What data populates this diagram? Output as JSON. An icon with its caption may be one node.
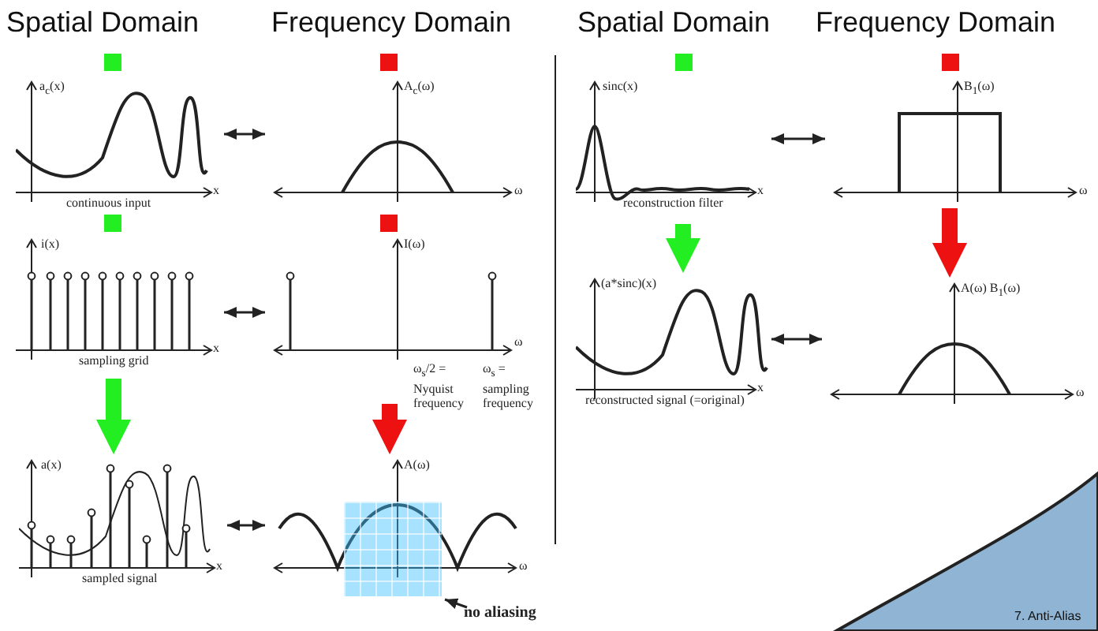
{
  "diagram": {
    "nodes": [
      {
        "text": [
          "a$_{c}$(x)",
          "x",
          "continuous input"
        ]
      },
      {
        "text": [
          "A$_{c}$(ω)",
          "ω"
        ]
      },
      {
        "text": [
          "i(x)",
          "x",
          "sampling grid"
        ]
      },
      {
        "text": [
          "I(ω)",
          "ω",
          "ω$_{s}$/2 = Nyquist frequency",
          "ω$_{s}$ = sampling frequency"
        ]
      },
      {
        "text": [
          "a(x)",
          "x",
          "sampled signal"
        ]
      },
      {
        "text": [
          "A(ω)",
          "ω"
        ]
      },
      {
        "text": [
          "no aliasing"
        ]
      },
      {
        "text": [
          "sinc(x)",
          "x",
          "reconstruction filter"
        ]
      },
      {
        "text": [
          "B$_{1}$(ω)",
          "ω"
        ]
      },
      {
        "text": [
          "(a*sinc)(x)",
          "x",
          "reconstructed signal (=original)"
        ]
      },
      {
        "text": [
          "A(ω) B$_{1}$(ω)",
          "ω"
        ]
      }
    ],
    "edges": [
      {
        "from": 0,
        "to": 1,
        "arrow": "both"
      },
      {
        "from": 2,
        "to": 3,
        "arrow": "both"
      },
      {
        "from": 4,
        "to": 5,
        "arrow": "both"
      },
      {
        "from": 2,
        "to": 4,
        "arrow": "to",
        "style": "thick",
        "color": "#22ee22"
      },
      {
        "from": 3,
        "to": 5,
        "arrow": "to",
        "style": "thick",
        "color": "#ee1111"
      },
      {
        "from": 6,
        "to": 5,
        "arrow": "to"
      },
      {
        "from": 7,
        "to": 8,
        "arrow": "both"
      },
      {
        "from": 7,
        "to": 9,
        "arrow": "to",
        "style": "thick",
        "color": "#22ee22"
      },
      {
        "from": 8,
        "to": 10,
        "arrow": "to",
        "style": "thick",
        "color": "#ee1111"
      },
      {
        "from": 9,
        "to": 10,
        "arrow": "both"
      }
    ],
    "labels": [
      "Spatial Domain",
      "Frequency Domain",
      "Spatial Domain",
      "Frequency Domain",
      "7. Anti-Alias"
    ]
  }
}
